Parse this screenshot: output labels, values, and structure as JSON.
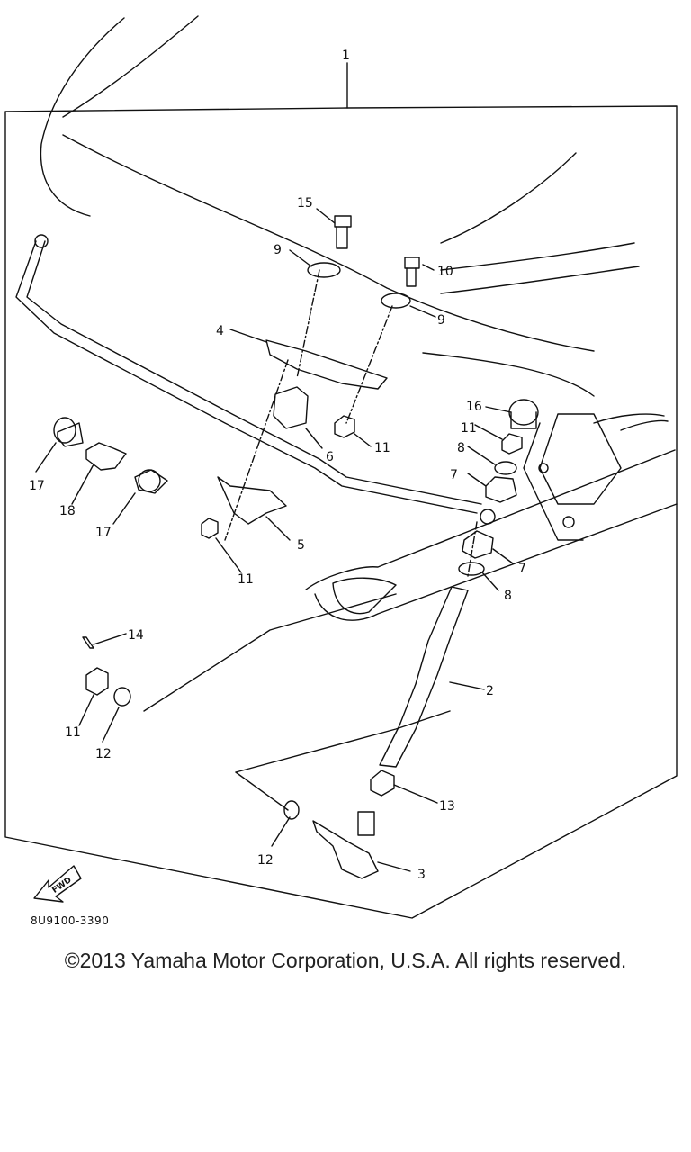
{
  "diagram": {
    "callouts": [
      {
        "id": "c1",
        "text": "1"
      },
      {
        "id": "c2",
        "text": "2"
      },
      {
        "id": "c3",
        "text": "3"
      },
      {
        "id": "c4",
        "text": "4"
      },
      {
        "id": "c5",
        "text": "5"
      },
      {
        "id": "c6",
        "text": "6"
      },
      {
        "id": "c7a",
        "text": "7"
      },
      {
        "id": "c7b",
        "text": "7"
      },
      {
        "id": "c8a",
        "text": "8"
      },
      {
        "id": "c8b",
        "text": "8"
      },
      {
        "id": "c9a",
        "text": "9"
      },
      {
        "id": "c9b",
        "text": "9"
      },
      {
        "id": "c10",
        "text": "10"
      },
      {
        "id": "c11a",
        "text": "11"
      },
      {
        "id": "c11b",
        "text": "11"
      },
      {
        "id": "c11c",
        "text": "11"
      },
      {
        "id": "c11d",
        "text": "11"
      },
      {
        "id": "c12a",
        "text": "12"
      },
      {
        "id": "c12b",
        "text": "12"
      },
      {
        "id": "c13",
        "text": "13"
      },
      {
        "id": "c14",
        "text": "14"
      },
      {
        "id": "c15",
        "text": "15"
      },
      {
        "id": "c16",
        "text": "16"
      },
      {
        "id": "c17a",
        "text": "17"
      },
      {
        "id": "c17b",
        "text": "17"
      },
      {
        "id": "c18",
        "text": "18"
      }
    ],
    "fwd_label": "FWD",
    "figure_code": "8U9100-3390"
  },
  "copyright": "©2013 Yamaha Motor Corporation, U.S.A. All rights reserved.",
  "colors": {
    "ink": "#111111",
    "paper": "#ffffff",
    "copyright_text": "#222222"
  }
}
